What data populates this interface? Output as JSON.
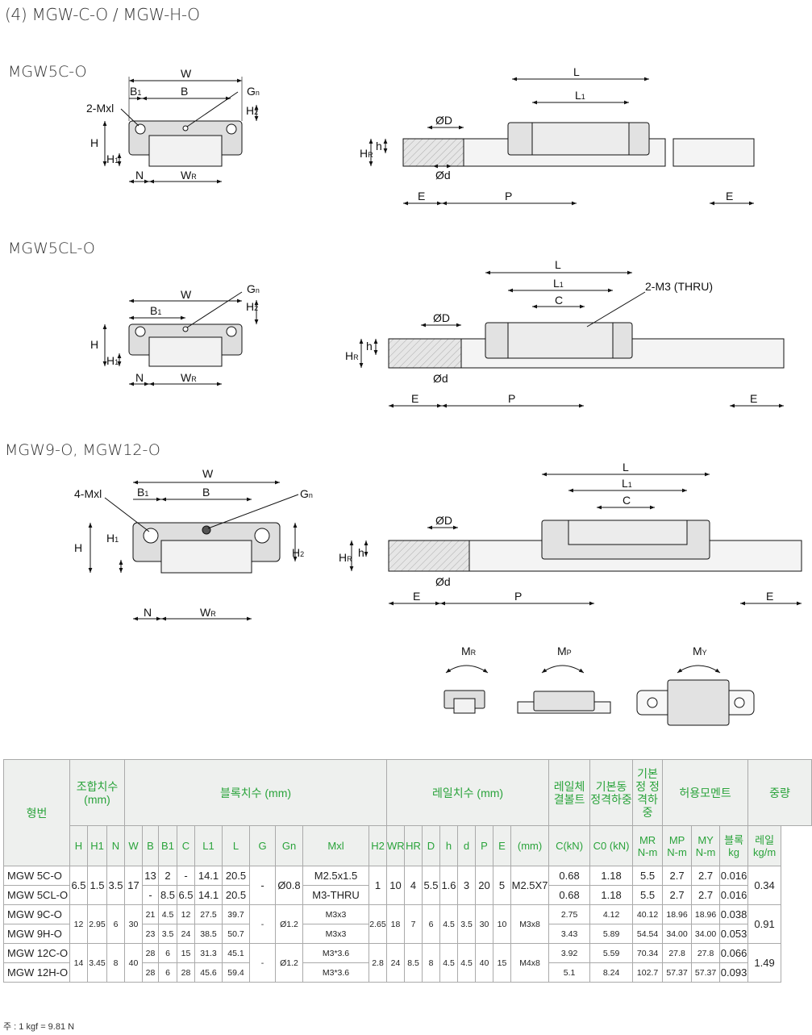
{
  "section_title": "(4) MGW-C-O / MGW-H-O",
  "models": {
    "m1": "MGW5C-O",
    "m2": "MGW5CL-O",
    "m3": "MGW9-O, MGW12-O"
  },
  "dims": {
    "W": "W",
    "B": "B",
    "B1": "B",
    "Gn": "G",
    "n": "n",
    "Mxl2": "2-Mxl",
    "Mxl4": "4-Mxl",
    "H": "H",
    "H1": "H",
    "H2": "H",
    "N": "N",
    "WR": "W",
    "R": "R",
    "L": "L",
    "L1": "L",
    "C": "C",
    "D": "ØD",
    "d": "Ød",
    "h": "h",
    "HR": "H",
    "E": "E",
    "P": "P",
    "M3": "2-M3 (THRU)",
    "one": "1",
    "two": "2"
  },
  "moments": {
    "MR": "M",
    "MP": "M",
    "MY": "M",
    "R": "R",
    "P": "P",
    "Y": "Y"
  },
  "table": {
    "h_model": "형번",
    "h_assembly": "조합치수 (mm)",
    "h_block": "블록치수 (mm)",
    "h_rail": "레일치수 (mm)",
    "h_bolt": "레일체 결볼트",
    "h_dyn": "기본동 정격하중",
    "h_sta": "기본정 정격하중",
    "h_moment": "허용모멘트",
    "h_weight": "중량",
    "sub": [
      "H",
      "H1",
      "N",
      "W",
      "B",
      "B1",
      "C",
      "L1",
      "L",
      "G",
      "Gn",
      "Mxl",
      "H2",
      "WR",
      "HR",
      "D",
      "h",
      "d",
      "P",
      "E",
      "(mm)",
      "C(kN)",
      "C0 (kN)",
      "MR N-m",
      "MP N-m",
      "MY N-m",
      "블록 kg",
      "레일 kg/m"
    ],
    "rows": [
      {
        "model": "MGW 5C-O",
        "W": "13",
        "B": "2",
        "B1": "-",
        "L1": "14.1",
        "L": "20.5",
        "Mxl": "M2.5x1.5",
        "C": "0.68",
        "C0": "1.18",
        "MR": "5.5",
        "MP": "2.7",
        "MY": "2.7",
        "blk": "0.016"
      },
      {
        "model": "MGW 5CL-O",
        "W": "-",
        "B": "8.5",
        "B1": "6.5",
        "L1": "14.1",
        "L": "20.5",
        "Mxl": "M3-THRU",
        "C": "0.68",
        "C0": "1.18",
        "MR": "5.5",
        "MP": "2.7",
        "MY": "2.7",
        "blk": "0.016"
      },
      {
        "model": "MGW 9C-O",
        "W": "21",
        "B": "4.5",
        "B1": "12",
        "L1": "27.5",
        "L": "39.7",
        "Mxl": "M3x3",
        "C": "2.75",
        "C0": "4.12",
        "MR": "40.12",
        "MP": "18.96",
        "MY": "18.96",
        "blk": "0.038"
      },
      {
        "model": "MGW 9H-O",
        "W": "23",
        "B": "3.5",
        "B1": "24",
        "L1": "38.5",
        "L": "50.7",
        "Mxl": "M3x3",
        "C": "3.43",
        "C0": "5.89",
        "MR": "54.54",
        "MP": "34.00",
        "MY": "34.00",
        "blk": "0.053"
      },
      {
        "model": "MGW 12C-O",
        "W": "28",
        "B": "6",
        "B1": "15",
        "L1": "31.3",
        "L": "45.1",
        "Mxl": "M3*3.6",
        "C": "3.92",
        "C0": "5.59",
        "MR": "70.34",
        "MP": "27.8",
        "MY": "27.8",
        "blk": "0.066"
      },
      {
        "model": "MGW 12H-O",
        "W": "28",
        "B": "6",
        "B1": "28",
        "L1": "45.6",
        "L": "59.4",
        "Mxl": "M3*3.6",
        "C": "5.1",
        "C0": "8.24",
        "MR": "102.7",
        "MP": "57.37",
        "MY": "57.37",
        "blk": "0.093"
      }
    ],
    "groups": [
      {
        "H": "6.5",
        "H1": "1.5",
        "N": "3.5",
        "Wb": "17",
        "G": "-",
        "Gn": "Ø0.8",
        "H2": "1",
        "WR": "10",
        "HR": "4",
        "D": "5.5",
        "h": "1.6",
        "d": "3",
        "P": "20",
        "E": "5",
        "bolt": "M2.5X7",
        "rail": "0.34"
      },
      {
        "H": "12",
        "H1": "2.95",
        "N": "6",
        "Wb": "30",
        "G": "-",
        "Gn": "Ø1.2",
        "H2": "2.65",
        "WR": "18",
        "HR": "7",
        "D": "6",
        "h": "4.5",
        "d": "3.5",
        "P": "30",
        "E": "10",
        "bolt": "M3x8",
        "rail": "0.91"
      },
      {
        "H": "14",
        "H1": "3.45",
        "N": "8",
        "Wb": "40",
        "G": "-",
        "Gn": "Ø1.2",
        "H2": "2.8",
        "WR": "24",
        "HR": "8.5",
        "D": "8",
        "h": "4.5",
        "d": "4.5",
        "P": "40",
        "E": "15",
        "bolt": "M4x8",
        "rail": "1.49"
      }
    ]
  },
  "footnote": "주 : 1 kgf = 9.81 N"
}
